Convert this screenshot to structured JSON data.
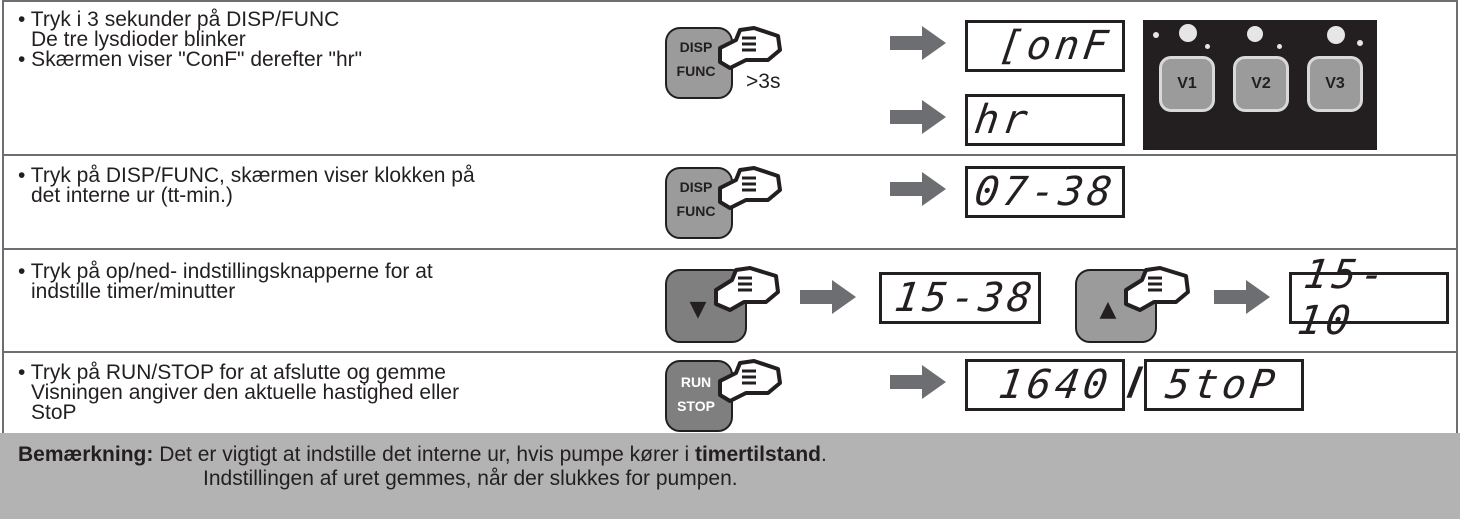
{
  "rows": [
    {
      "lines": [
        "• Tryk i 3 sekunder på DISP/FUNC",
        "De tre lysdioder blinker",
        "• Skærmen viser \"ConF\" derefter \"hr\""
      ],
      "button_line1": "DISP",
      "button_line2": "FUNC",
      "hold_label": ">3s",
      "displays": [
        "[onF",
        "hr"
      ],
      "panel_buttons": [
        "V1",
        "V2",
        "V3"
      ]
    },
    {
      "lines": [
        "• Tryk på DISP/FUNC, skærmen viser klokken på",
        "det interne ur (tt-min.)"
      ],
      "button_line1": "DISP",
      "button_line2": "FUNC",
      "displays": [
        "07-38"
      ]
    },
    {
      "lines": [
        "• Tryk på op/ned- indstillingsknapperne for at",
        "indstille timer/minutter"
      ],
      "down_symbol": "▼",
      "up_symbol": "▲",
      "displays": [
        "15-38",
        "15- 10"
      ]
    },
    {
      "lines": [
        "• Tryk på RUN/STOP for at afslutte og gemme",
        "Visningen angiver den aktuelle hastighed eller",
        "StoP"
      ],
      "button_line1": "RUN",
      "button_line2": "STOP",
      "displays": [
        "1640",
        "5toP"
      ],
      "separator": "/"
    }
  ],
  "note": {
    "label": "Bemærkning:",
    "text1_a": "Det er vigtigt at indstille det interne ur, hvis pumpe kører i ",
    "text1_bold": "timertilstand",
    "text1_b": ".",
    "text2": "Indstillingen af uret gemmes, når der slukkes for pumpen."
  },
  "colors": {
    "rule": "#6d6e71",
    "note_bg": "#b3b3b3",
    "button_dark": "#7f7f7f",
    "button_light": "#9b9b9b"
  },
  "icons": [
    "pointing-hand-icon",
    "right-arrow-icon",
    "led-icon"
  ]
}
